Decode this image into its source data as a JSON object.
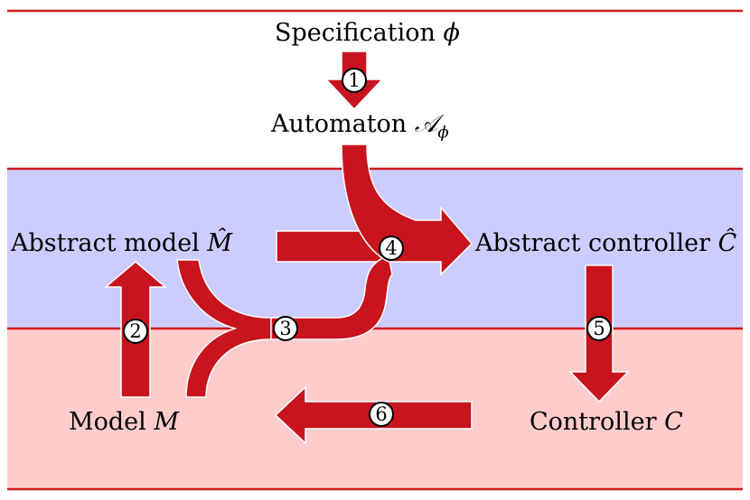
{
  "colors": {
    "abstract_band": "#ccccff",
    "concrete_band": "#ffcccc",
    "divider_line": "#cc1a1a",
    "arrow_fill": "#c8141e",
    "arrow_outline": "#ffffff"
  },
  "labels": {
    "specification": {
      "text": "Specification ",
      "symbol": "ϕ"
    },
    "automaton": {
      "text": "Automaton ",
      "symbol": "𝒜",
      "subscript": "ϕ"
    },
    "abstract_model": {
      "text": "Abstract model ",
      "symbol": "M̂"
    },
    "abstract_controller": {
      "text": "Abstract controller ",
      "symbol": "Ĉ"
    },
    "model": {
      "text": "Model ",
      "symbol": "M"
    },
    "controller": {
      "text": "Controller ",
      "symbol": "C"
    }
  },
  "steps": [
    "1",
    "2",
    "3",
    "4",
    "5",
    "6"
  ]
}
